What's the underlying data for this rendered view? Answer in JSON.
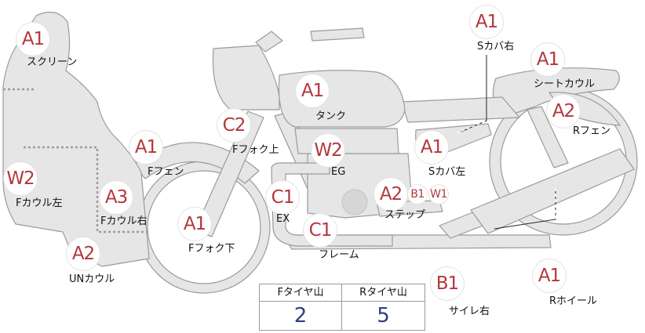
{
  "colors": {
    "part_fill": "#e6e6e6",
    "part_stroke": "#9b9b9b",
    "grade_text": "#b4373c",
    "value_text": "#2c3f86"
  },
  "parts": [
    {
      "id": "screen",
      "grade": "A1",
      "label": "スクリーン"
    },
    {
      "id": "s-cover-right",
      "grade": "A1",
      "label": "Sカバ右"
    },
    {
      "id": "seat-cowl",
      "grade": "A1",
      "label": "シートカウル"
    },
    {
      "id": "tank",
      "grade": "A1",
      "label": "タンク"
    },
    {
      "id": "r-fender",
      "grade": "A2",
      "label": "Rフェン"
    },
    {
      "id": "f-fork-upper",
      "grade": "C2",
      "label": "Fフォク上"
    },
    {
      "id": "f-fender",
      "grade": "A1",
      "label": "Fフェン"
    },
    {
      "id": "eg",
      "grade": "W2",
      "label": "EG"
    },
    {
      "id": "s-cover-left",
      "grade": "A1",
      "label": "Sカバ左"
    },
    {
      "id": "f-cowl-left",
      "grade": "W2",
      "label": "Fカウル左"
    },
    {
      "id": "f-cowl-right",
      "grade": "A3",
      "label": "Fカウル右"
    },
    {
      "id": "ex",
      "grade": "C1",
      "label": "EX"
    },
    {
      "id": "step",
      "grade": "A2",
      "grade_b": "B1",
      "grade_c": "W1",
      "label": "ステップ"
    },
    {
      "id": "f-fork-lower",
      "grade": "A1",
      "label": "Fフォク下"
    },
    {
      "id": "frame",
      "grade": "C1",
      "label": "フレーム"
    },
    {
      "id": "un-cowl",
      "grade": "A2",
      "label": "UNカウル"
    },
    {
      "id": "silencer-right",
      "grade": "B1",
      "label": "サイレ右"
    },
    {
      "id": "r-wheel",
      "grade": "A1",
      "label": "Rホイール"
    }
  ],
  "tire_table": {
    "headers": [
      "Fタイヤ山",
      "Rタイヤ山"
    ],
    "values": [
      "2",
      "5"
    ]
  }
}
